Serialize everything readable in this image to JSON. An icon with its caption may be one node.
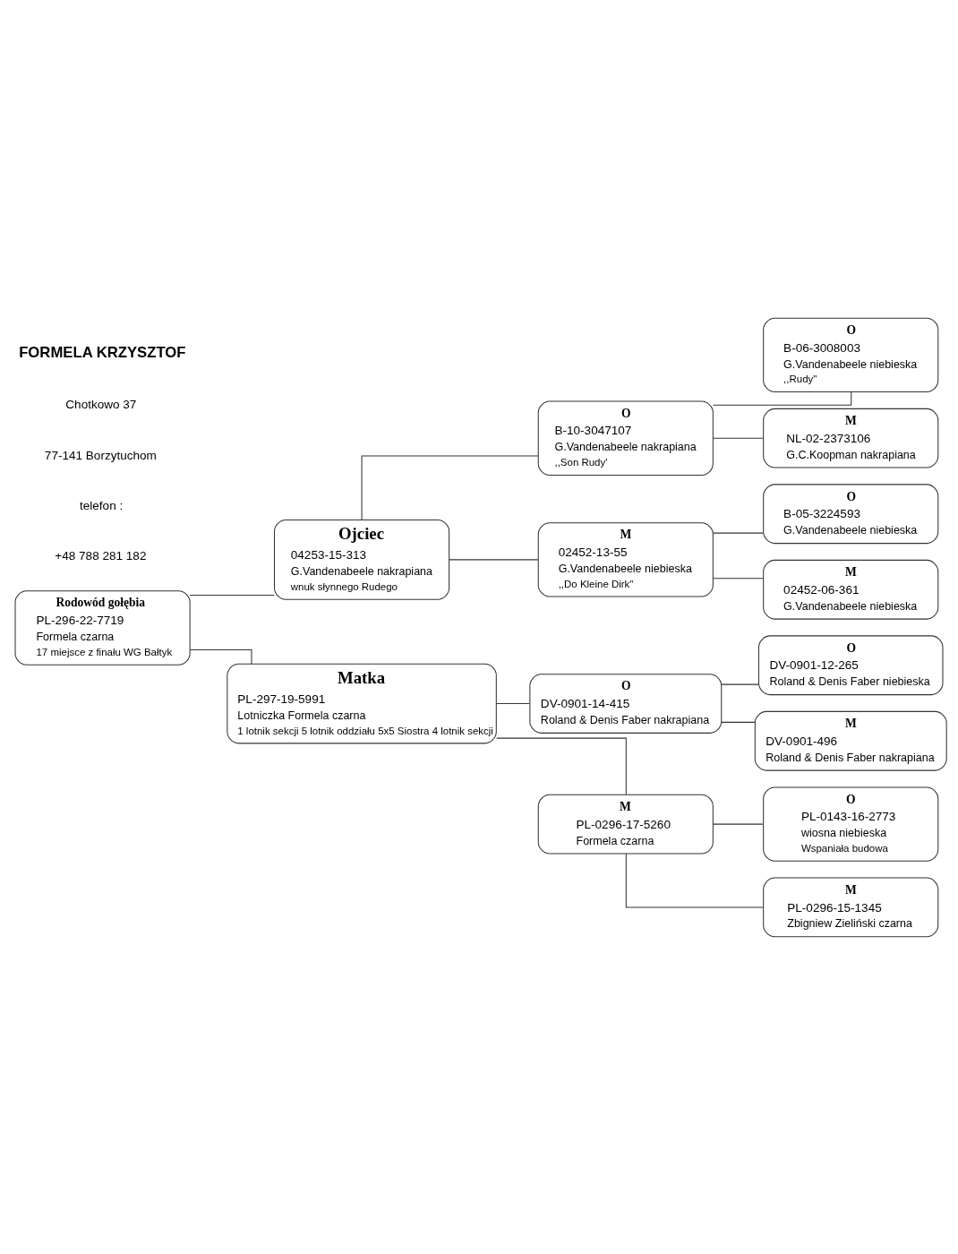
{
  "diagram": {
    "nodes": [
      {
        "text": [
          "Rodowód gołębia",
          "PL-296-22-7719",
          "Formela czarna",
          "17 miejsce z finału WG Bałtyk"
        ]
      },
      {
        "text": [
          "Ojciec",
          "04253-15-313",
          "G.Vandenabeele nakrapiana",
          "wnuk słynnego Rudego"
        ]
      },
      {
        "text": [
          "O",
          "B-10-3047107",
          "G.Vandenabeele nakrapiana",
          ",,Son Rudy'"
        ]
      },
      {
        "text": [
          "O",
          "B-06-3008003",
          "G.Vandenabeele niebieska",
          ",,Rudy\""
        ]
      },
      {
        "text": [
          "M",
          "NL-02-2373106",
          "G.C.Koopman nakrapiana"
        ]
      },
      {
        "text": [
          "M",
          "02452-13-55",
          "G.Vandenabeele niebieska",
          ",,Do Kleine Dirk\""
        ]
      },
      {
        "text": [
          "O",
          "B-05-3224593",
          "G.Vandenabeele niebieska"
        ]
      },
      {
        "text": [
          "M",
          "02452-06-361",
          "G.Vandenabeele niebieska"
        ]
      },
      {
        "text": [
          "Matka",
          "PL-297-19-5991",
          "Lotniczka Formela czarna",
          "1 lotnik sekcji 5 lotnik oddziału 5x5 Siostra 4 lotnik sekcji"
        ]
      },
      {
        "text": [
          "O",
          "DV-0901-14-415",
          "Roland & Denis Faber nakrapiana"
        ]
      },
      {
        "text": [
          "O",
          "DV-0901-12-265",
          "Roland & Denis Faber niebieska"
        ]
      },
      {
        "text": [
          "M",
          "DV-0901-496",
          "Roland & Denis Faber nakrapiana"
        ]
      },
      {
        "text": [
          "M",
          "PL-0296-17-5260",
          "Formela czarna"
        ]
      },
      {
        "text": [
          "O",
          "PL-0143-16-2773",
          "wiosna niebieska",
          "Wspaniała budowa"
        ]
      },
      {
        "text": [
          "M",
          "PL-0296-15-1345",
          "Zbigniew Zieliński czarna"
        ]
      }
    ],
    "edges": [
      {
        "from": 0,
        "to": 1,
        "arrow": "none"
      },
      {
        "from": 0,
        "to": 8,
        "arrow": "none"
      },
      {
        "from": 1,
        "to": 2,
        "arrow": "none"
      },
      {
        "from": 1,
        "to": 5,
        "arrow": "none"
      },
      {
        "from": 2,
        "to": 3,
        "arrow": "none"
      },
      {
        "from": 2,
        "to": 4,
        "arrow": "none"
      },
      {
        "from": 5,
        "to": 6,
        "arrow": "none"
      },
      {
        "from": 5,
        "to": 7,
        "arrow": "none"
      },
      {
        "from": 8,
        "to": 9,
        "arrow": "none"
      },
      {
        "from": 8,
        "to": 12,
        "arrow": "none"
      },
      {
        "from": 9,
        "to": 10,
        "arrow": "none"
      },
      {
        "from": 9,
        "to": 11,
        "arrow": "none"
      },
      {
        "from": 12,
        "to": 13,
        "arrow": "none"
      },
      {
        "from": 12,
        "to": 14,
        "arrow": "none"
      }
    ],
    "labels": [
      "FORMELA KRZYSZTOF",
      "Chotkowo 37",
      "77-141 Borzytuchom",
      "telefon :",
      "+48 788 281 182"
    ]
  }
}
